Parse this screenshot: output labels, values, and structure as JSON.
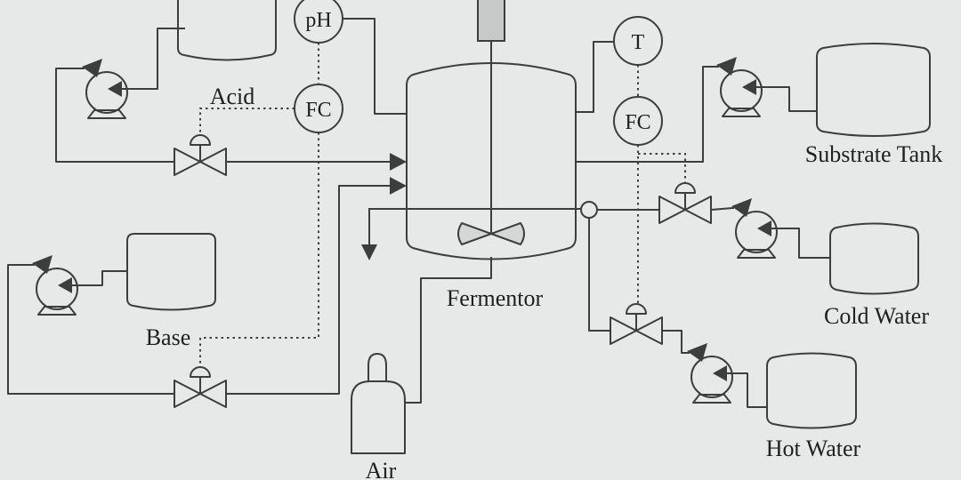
{
  "colors": {
    "background": "#e7e8e8",
    "line": "#3d3d3d",
    "text": "#1f1f1f",
    "motor_fill": "#c7c9c9",
    "impeller_fill": "#d5d7d7"
  },
  "equipment_labels": {
    "acid": "Acid",
    "base": "Base",
    "air": "Air",
    "fermentor": "Fermentor",
    "substrate_tank": "Substrate Tank",
    "cold_water": "Cold Water",
    "hot_water": "Hot Water"
  },
  "instrument_labels": {
    "ph_sensor": "pH",
    "acid_base_flow_controller": "FC",
    "temperature_sensor": "T",
    "water_flow_controller": "FC"
  }
}
